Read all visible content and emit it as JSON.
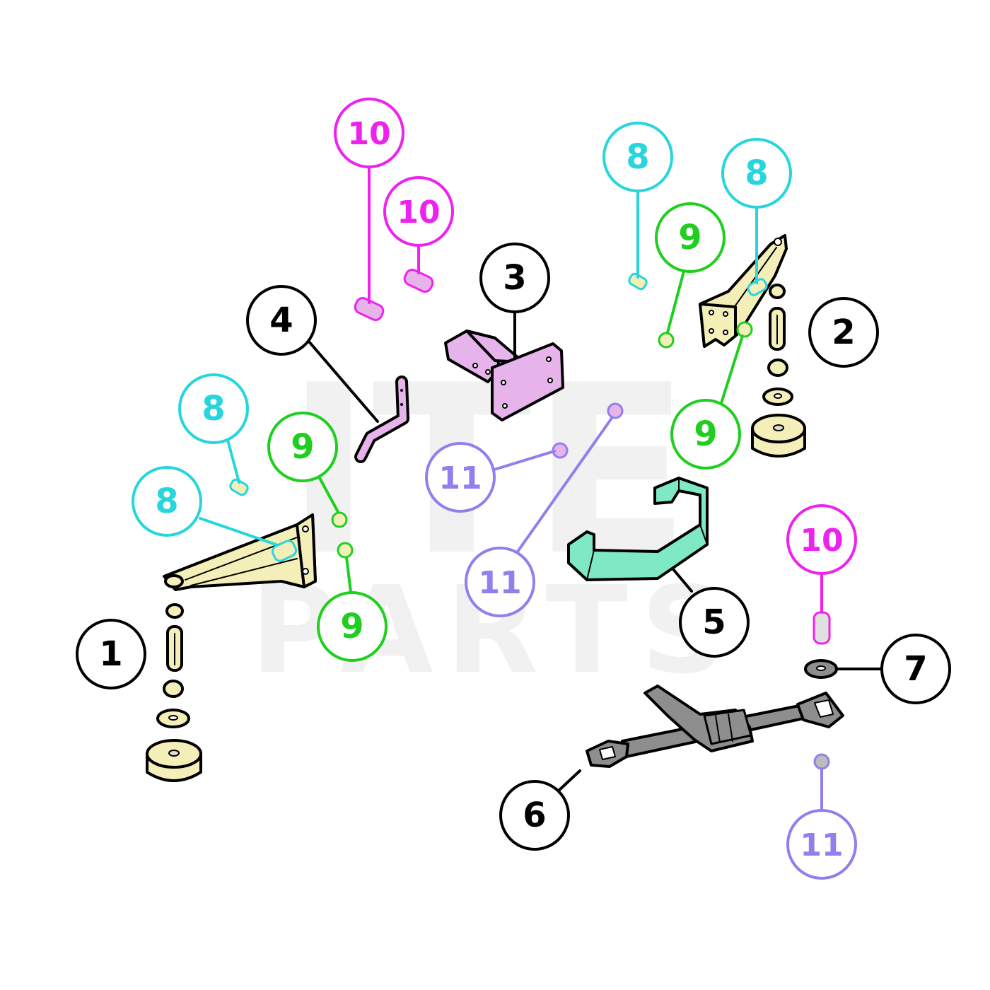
{
  "watermark": {
    "line1": "ITE",
    "line2": "PARTS"
  },
  "colors": {
    "outline": "#000000",
    "part1_2": "#f4eeb8",
    "part3_4": "#e6b3ea",
    "part5": "#7fe8c4",
    "part6_7": "#8e8e8e",
    "c8": "#27d6dc",
    "c9": "#1fcf1f",
    "c10": "#ee22ee",
    "c11": "#8f80ee"
  },
  "callouts": [
    {
      "id": "c1",
      "label": "1",
      "color": "#000000"
    },
    {
      "id": "c2",
      "label": "2",
      "color": "#000000"
    },
    {
      "id": "c3",
      "label": "3",
      "color": "#000000"
    },
    {
      "id": "c4",
      "label": "4",
      "color": "#000000"
    },
    {
      "id": "c5",
      "label": "5",
      "color": "#000000"
    },
    {
      "id": "c6",
      "label": "6",
      "color": "#000000"
    },
    {
      "id": "c7",
      "label": "7",
      "color": "#000000"
    },
    {
      "id": "c8a",
      "label": "8",
      "color": "#27d6dc"
    },
    {
      "id": "c8b",
      "label": "8",
      "color": "#27d6dc"
    },
    {
      "id": "c8c",
      "label": "8",
      "color": "#27d6dc"
    },
    {
      "id": "c8d",
      "label": "8",
      "color": "#27d6dc"
    },
    {
      "id": "c9a",
      "label": "9",
      "color": "#1fcf1f"
    },
    {
      "id": "c9b",
      "label": "9",
      "color": "#1fcf1f"
    },
    {
      "id": "c9c",
      "label": "9",
      "color": "#1fcf1f"
    },
    {
      "id": "c9d",
      "label": "9",
      "color": "#1fcf1f"
    },
    {
      "id": "c10a",
      "label": "10",
      "color": "#ee22ee"
    },
    {
      "id": "c10b",
      "label": "10",
      "color": "#ee22ee"
    },
    {
      "id": "c10c",
      "label": "10",
      "color": "#ee22ee"
    },
    {
      "id": "c11a",
      "label": "11",
      "color": "#8f80ee"
    },
    {
      "id": "c11b",
      "label": "11",
      "color": "#8f80ee"
    },
    {
      "id": "c11c",
      "label": "11",
      "color": "#8f80ee"
    }
  ]
}
